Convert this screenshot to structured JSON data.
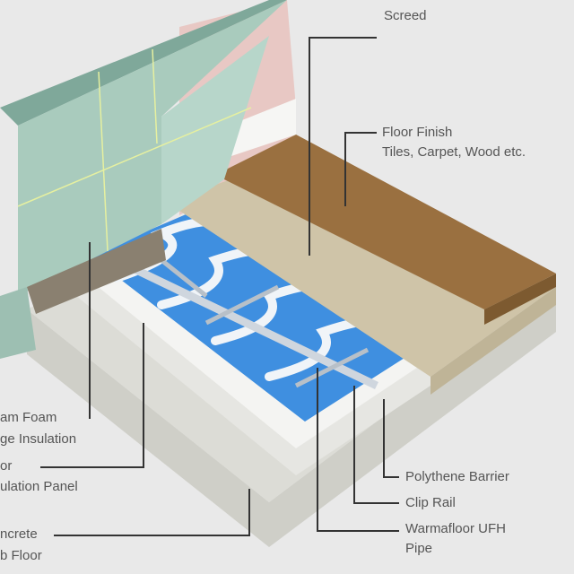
{
  "labels": {
    "screed": "Screed",
    "floor_finish_1": "Floor Finish",
    "floor_finish_2": "Tiles, Carpet, Wood etc.",
    "edge_1": "am Foam",
    "edge_2": "ge Insulation",
    "panel_1": "or",
    "panel_2": "ulation Panel",
    "slab_1": "ncrete",
    "slab_2": "b Floor",
    "barrier": "Polythene Barrier",
    "clip_rail": "Clip Rail",
    "pipe_1": "Warmafloor UFH",
    "pipe_2": "Pipe"
  },
  "colors": {
    "wall": "#a9cbbd",
    "plaster": "#e8c8c4",
    "wood": "#9a7040",
    "screed": "#cfc4a8",
    "barrier": "#3f8fe0",
    "insulation": "#f4f4f2",
    "slab": "#cfcfc8",
    "leader": "#333333"
  }
}
